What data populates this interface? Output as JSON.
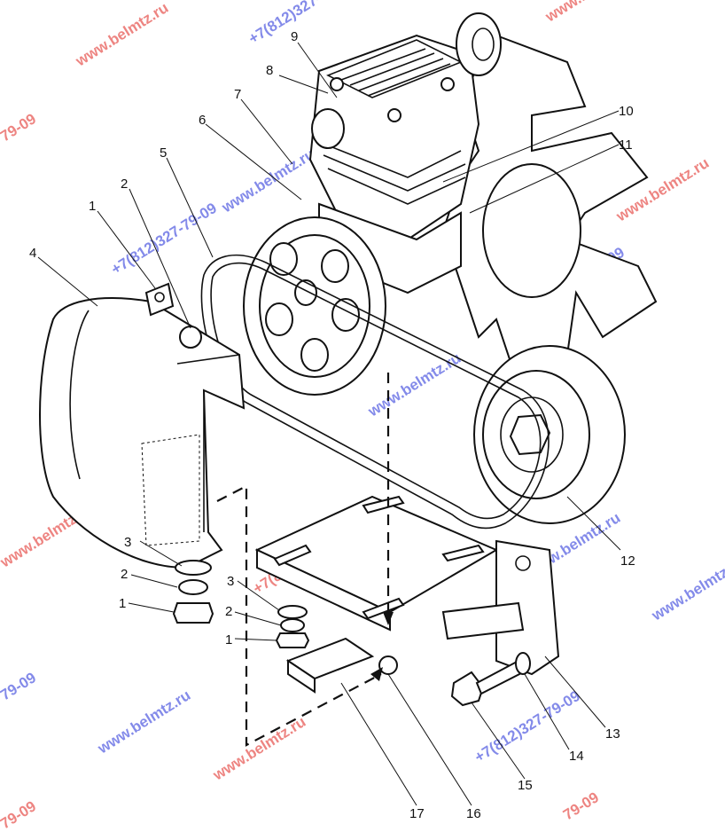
{
  "callouts": [
    {
      "id": "1a",
      "label": "1"
    },
    {
      "id": "2a",
      "label": "2"
    },
    {
      "id": "4",
      "label": "4"
    },
    {
      "id": "5",
      "label": "5"
    },
    {
      "id": "6",
      "label": "6"
    },
    {
      "id": "7",
      "label": "7"
    },
    {
      "id": "8",
      "label": "8"
    },
    {
      "id": "9",
      "label": "9"
    },
    {
      "id": "10",
      "label": "10"
    },
    {
      "id": "11",
      "label": "11"
    },
    {
      "id": "12",
      "label": "12"
    },
    {
      "id": "3b",
      "label": "3"
    },
    {
      "id": "2b",
      "label": "2"
    },
    {
      "id": "1b",
      "label": "1"
    },
    {
      "id": "3c",
      "label": "3"
    },
    {
      "id": "2c",
      "label": "2"
    },
    {
      "id": "1c",
      "label": "1"
    },
    {
      "id": "13",
      "label": "13"
    },
    {
      "id": "14",
      "label": "14"
    },
    {
      "id": "15",
      "label": "15"
    },
    {
      "id": "16",
      "label": "16"
    },
    {
      "id": "17",
      "label": "17"
    }
  ],
  "watermarks": {
    "site": "www.belmtz.ru",
    "phone": "+7(812)327-79-09",
    "phone_tail": "79-09"
  },
  "colors": {
    "watermark_blue": "#1e2bd8",
    "watermark_red": "#e0211b",
    "ink": "#111111"
  }
}
